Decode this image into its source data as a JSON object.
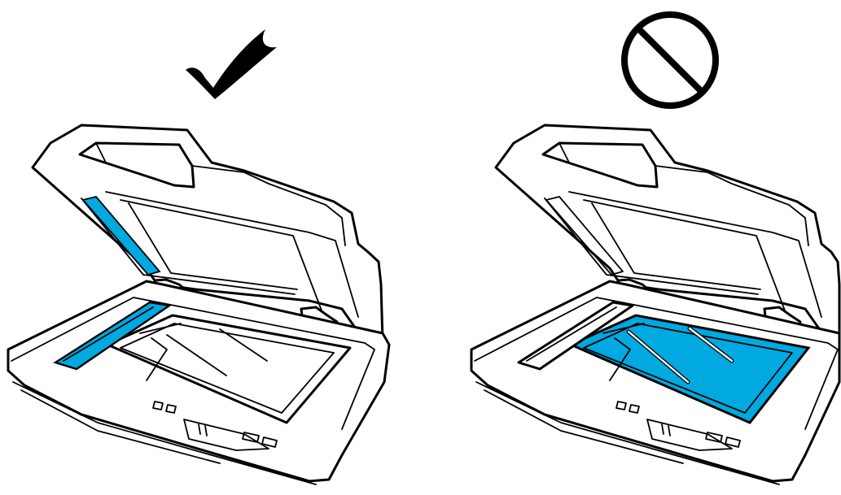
{
  "panels": [
    {
      "id": "correct",
      "indicator": "check-mark-icon",
      "highlighted_area": "scanner-glass-strips"
    },
    {
      "id": "incorrect",
      "indicator": "prohibited-icon",
      "highlighted_area": "document-table-glass"
    }
  ],
  "colors": {
    "highlight": "#00A9E0",
    "outline": "#000000",
    "background": "#FFFFFF"
  }
}
